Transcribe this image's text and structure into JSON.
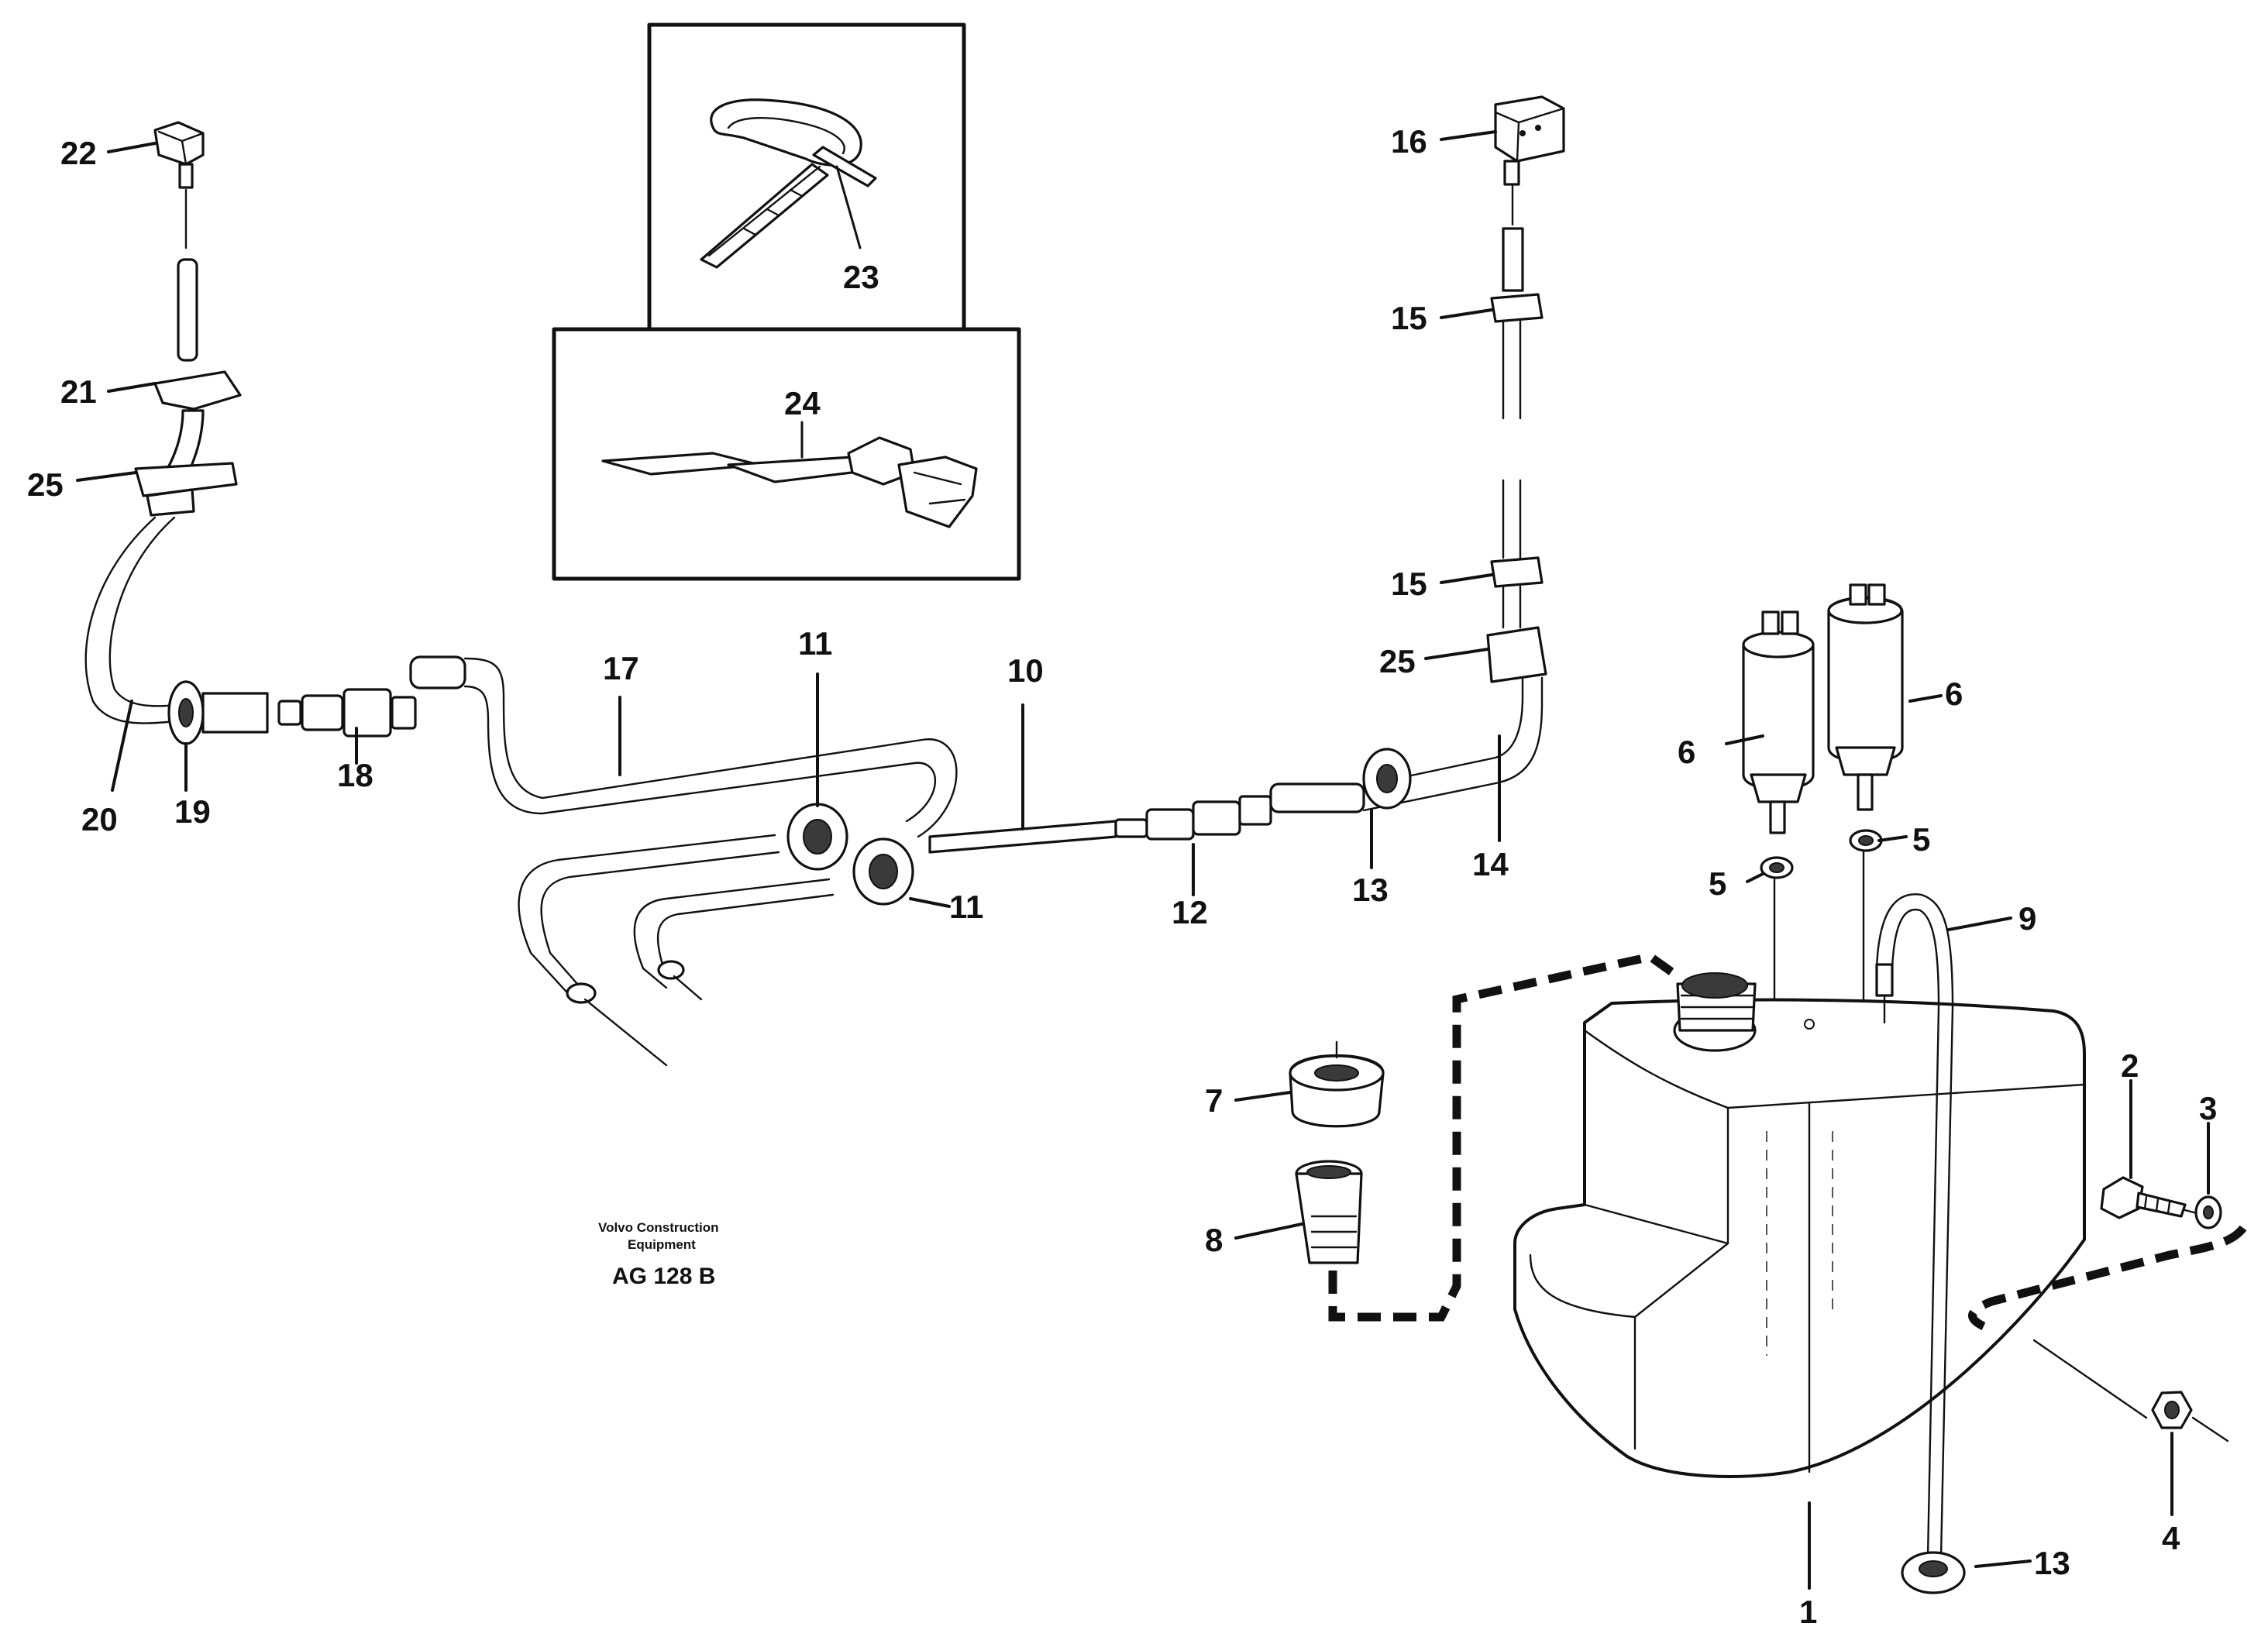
{
  "diagram": {
    "callouts": [
      {
        "id": "c1",
        "text": "1"
      },
      {
        "id": "c2",
        "text": "2"
      },
      {
        "id": "c3",
        "text": "3"
      },
      {
        "id": "c4",
        "text": "4"
      },
      {
        "id": "c5a",
        "text": "5"
      },
      {
        "id": "c5b",
        "text": "5"
      },
      {
        "id": "c6a",
        "text": "6"
      },
      {
        "id": "c6b",
        "text": "6"
      },
      {
        "id": "c7",
        "text": "7"
      },
      {
        "id": "c8",
        "text": "8"
      },
      {
        "id": "c9",
        "text": "9"
      },
      {
        "id": "c10",
        "text": "10"
      },
      {
        "id": "c11a",
        "text": "11"
      },
      {
        "id": "c11b",
        "text": "11"
      },
      {
        "id": "c12",
        "text": "12"
      },
      {
        "id": "c13a",
        "text": "13"
      },
      {
        "id": "c13b",
        "text": "13"
      },
      {
        "id": "c14",
        "text": "14"
      },
      {
        "id": "c15a",
        "text": "15"
      },
      {
        "id": "c15b",
        "text": "15"
      },
      {
        "id": "c16",
        "text": "16"
      },
      {
        "id": "c17",
        "text": "17"
      },
      {
        "id": "c18",
        "text": "18"
      },
      {
        "id": "c19",
        "text": "19"
      },
      {
        "id": "c20",
        "text": "20"
      },
      {
        "id": "c21",
        "text": "21"
      },
      {
        "id": "c22",
        "text": "22"
      },
      {
        "id": "c23",
        "text": "23"
      },
      {
        "id": "c24",
        "text": "24"
      },
      {
        "id": "c25a",
        "text": "25"
      },
      {
        "id": "c25b",
        "text": "25"
      }
    ],
    "credit": {
      "line1": "Volvo Construction",
      "line2": "Equipment"
    },
    "drawing_code": "AG 128 B",
    "colors": {
      "ink": "#111111",
      "paper": "#ffffff"
    }
  }
}
